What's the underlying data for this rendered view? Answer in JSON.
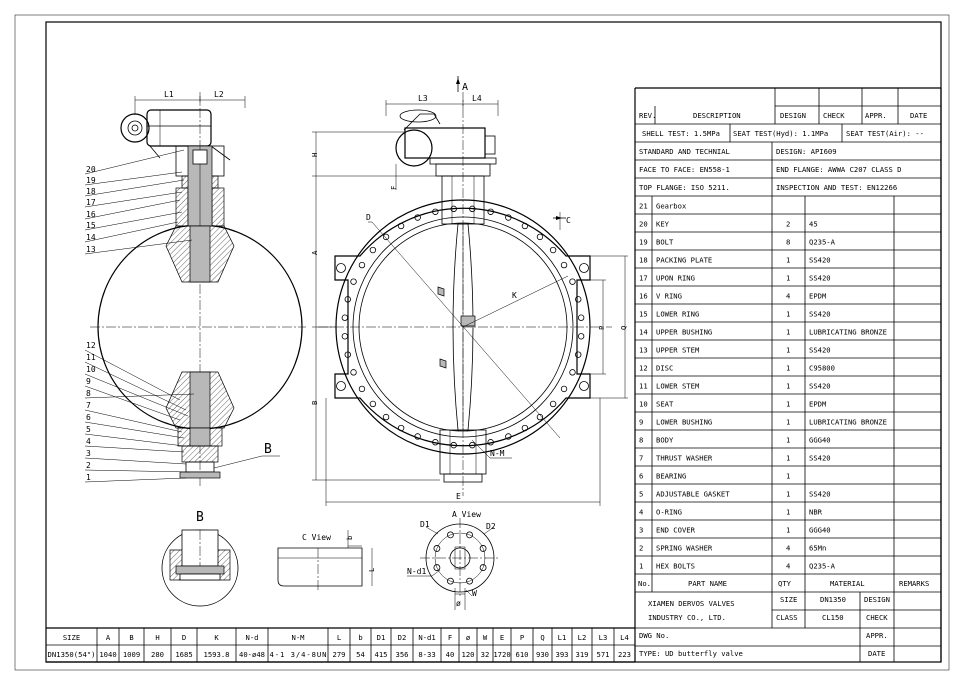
{
  "header_rows": {
    "head": {
      "rev": "REV.",
      "description": "DESCRIPTION",
      "design": "DESIGN",
      "check": "CHECK",
      "appr": "APPR.",
      "date": "DATE"
    },
    "shell_test": "SHELL TEST: 1.5MPa",
    "seat_test_hyd": "SEAT TEST(Hyd): 1.1MPa",
    "seat_test_air": "SEAT TEST(Air): --",
    "standard": "STANDARD AND TECHNIAL",
    "design_std": "DESIGN: API609",
    "face_to_face": "FACE TO FACE: EN558-1",
    "end_flange": "END FLANGE: AWWA C207 CLASS D",
    "top_flange": "TOP FLANGE: ISO 5211.",
    "inspection": "INSPECTION AND TEST: EN12266"
  },
  "bom": [
    {
      "no": "21",
      "name": "Gearbox",
      "qty": "",
      "material": ""
    },
    {
      "no": "20",
      "name": "KEY",
      "qty": "2",
      "material": "45"
    },
    {
      "no": "19",
      "name": "BOLT",
      "qty": "8",
      "material": "Q235-A"
    },
    {
      "no": "18",
      "name": "PACKING PLATE",
      "qty": "1",
      "material": "SS420"
    },
    {
      "no": "17",
      "name": "UPON RING",
      "qty": "1",
      "material": "SS420"
    },
    {
      "no": "16",
      "name": "V RING",
      "qty": "4",
      "material": "EPDM"
    },
    {
      "no": "15",
      "name": "LOWER RING",
      "qty": "1",
      "material": "SS420"
    },
    {
      "no": "14",
      "name": "UPPER BUSHING",
      "qty": "1",
      "material": "LUBRICATING BRONZE"
    },
    {
      "no": "13",
      "name": "UPPER STEM",
      "qty": "1",
      "material": "SS420"
    },
    {
      "no": "12",
      "name": "DISC",
      "qty": "1",
      "material": "C95800"
    },
    {
      "no": "11",
      "name": "LOWER STEM",
      "qty": "1",
      "material": "SS420"
    },
    {
      "no": "10",
      "name": "SEAT",
      "qty": "1",
      "material": "EPDM"
    },
    {
      "no": "9",
      "name": "LOWER BUSHING",
      "qty": "1",
      "material": "LUBRICATING BRONZE"
    },
    {
      "no": "8",
      "name": "BODY",
      "qty": "1",
      "material": "GGG40"
    },
    {
      "no": "7",
      "name": "THRUST WASHER",
      "qty": "1",
      "material": "SS420"
    },
    {
      "no": "6",
      "name": "BEARING",
      "qty": "1",
      "material": ""
    },
    {
      "no": "5",
      "name": "ADJUSTABLE GASKET",
      "qty": "1",
      "material": "SS420"
    },
    {
      "no": "4",
      "name": "O-RING",
      "qty": "1",
      "material": "NBR"
    },
    {
      "no": "3",
      "name": "END COVER",
      "qty": "1",
      "material": "GGG40"
    },
    {
      "no": "2",
      "name": "SPRING WASHER",
      "qty": "4",
      "material": "65Mn"
    },
    {
      "no": "1",
      "name": "HEX BOLTS",
      "qty": "4",
      "material": "Q235-A"
    }
  ],
  "bom_header": {
    "no": "No.",
    "name": "PART NAME",
    "qty": "QTY",
    "material": "MATERIAL",
    "remarks": "REMARKS"
  },
  "title_block": {
    "company_line1": "XIAMEN DERVOS VALVES",
    "company_line2": "INDUSTRY CO., LTD.",
    "size_label": "SIZE",
    "size_value": "DN1350",
    "class_label": "CLASS",
    "class_value": "CL150",
    "design": "DESIGN",
    "check": "CHECK",
    "appr": "APPR.",
    "date": "DATE",
    "dwg_no": "DWG No.",
    "type": "TYPE:  UD butterfly valve"
  },
  "dimensions": {
    "headers": [
      "SIZE",
      "A",
      "B",
      "H",
      "D",
      "K",
      "N-d",
      "N-M",
      "L",
      "b",
      "D1",
      "D2",
      "N-d1",
      "F",
      "ø",
      "W",
      "E",
      "P",
      "Q",
      "L1",
      "L2",
      "L3",
      "L4"
    ],
    "values": [
      "DN1350(54\")",
      "1040",
      "1009",
      "280",
      "1685",
      "1593.8",
      "40-ø48",
      "4-1 3/4-8UN",
      "279",
      "54",
      "415",
      "356",
      "8-33",
      "40",
      "120",
      "32",
      "1720",
      "610",
      "930",
      "393",
      "319",
      "571",
      "223"
    ]
  },
  "labels": {
    "balloons": [
      "20",
      "19",
      "18",
      "17",
      "16",
      "15",
      "14",
      "13",
      "12",
      "11",
      "10",
      "9",
      "8",
      "7",
      "6",
      "5",
      "4",
      "3",
      "2",
      "1"
    ],
    "side_l1": "L1",
    "side_l2": "L2",
    "view_b_ref": "B",
    "front_l3": "L3",
    "front_l4": "L4",
    "front_a_top": "A",
    "front_h": "H",
    "front_f": "F",
    "front_a": "A",
    "front_b": "B",
    "front_d": "D",
    "front_c": "C",
    "front_k": "K",
    "front_p": "P",
    "front_q": "Q",
    "front_nm": "N-M",
    "front_e": "E",
    "detail_b_title": "B",
    "c_view_title": "C View",
    "c_view_b": "b",
    "c_view_l": "L",
    "a_view_title": "A View",
    "a_view_d1": "D1",
    "a_view_d2": "D2",
    "a_view_nd1": "N-d1",
    "a_view_w": "W",
    "a_view_phi": "ø"
  }
}
